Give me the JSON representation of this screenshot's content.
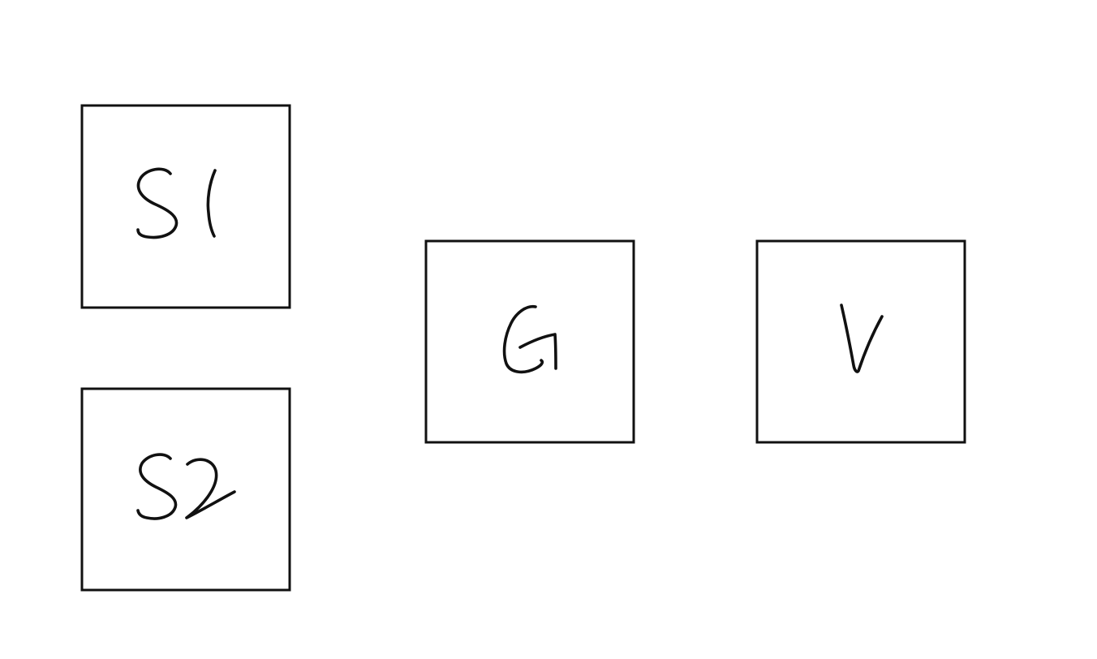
{
  "diagram": {
    "style": "hand-drawn whiteboard sketch",
    "colors": {
      "background": "#ffffff",
      "stroke": "#111111"
    },
    "boxes": [
      {
        "id": "s1",
        "label": "S1"
      },
      {
        "id": "s2",
        "label": "S2"
      },
      {
        "id": "g",
        "label": "G"
      },
      {
        "id": "v",
        "label": "V"
      }
    ]
  }
}
